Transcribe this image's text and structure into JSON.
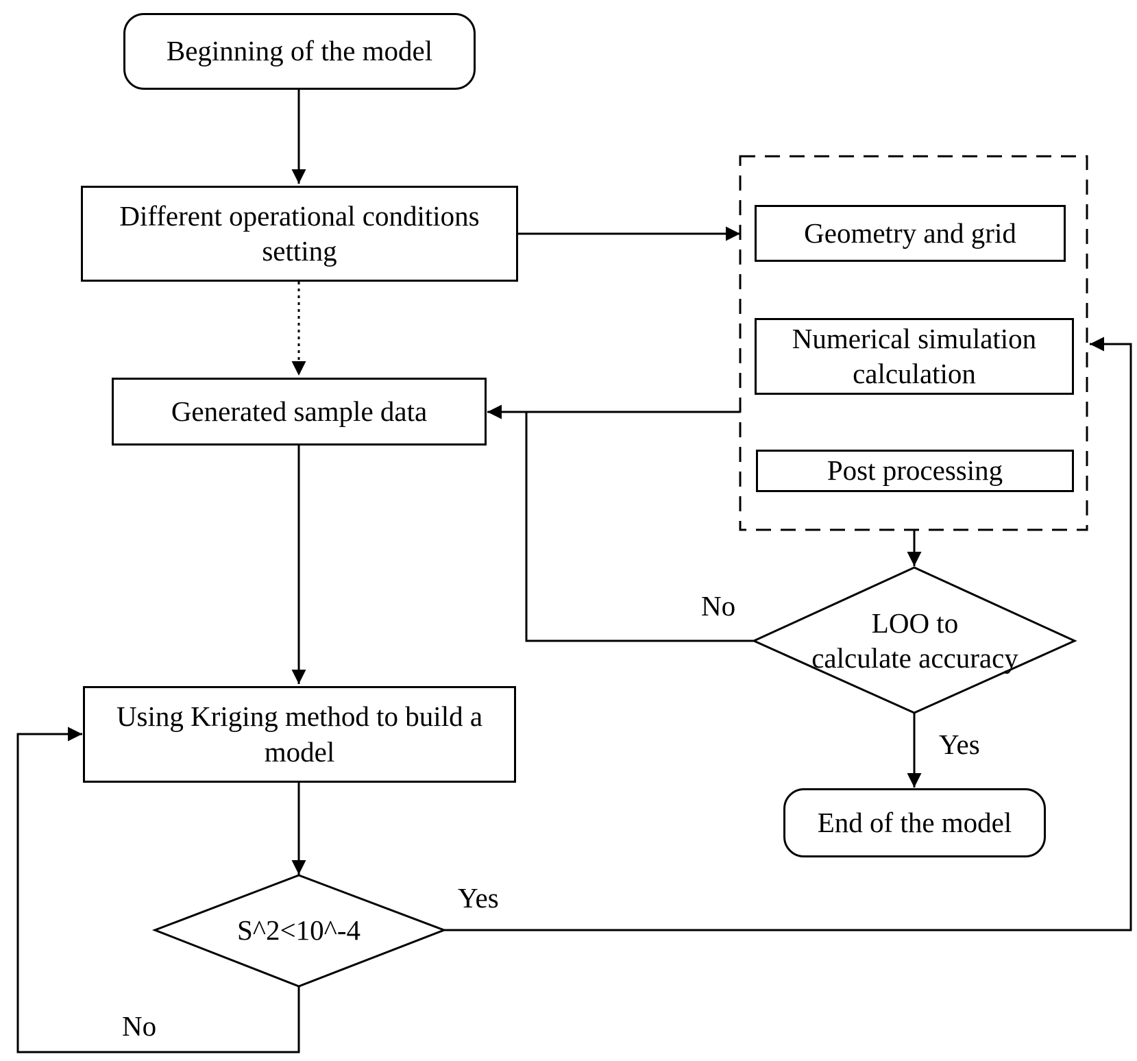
{
  "nodes": {
    "start": "Beginning of the model",
    "conditions": "Different operational conditions\nsetting",
    "samples": "Generated sample data",
    "kriging": "Using Kriging method to build a\nmodel",
    "check_s2": "S^2<10^-4",
    "geometry": "Geometry and grid",
    "simulation": "Numerical simulation\ncalculation",
    "post": "Post processing",
    "loo": "LOO to\ncalculate accuracy",
    "end": "End of the model"
  },
  "edge_labels": {
    "loo_no": "No",
    "loo_yes": "Yes",
    "s2_yes": "Yes",
    "s2_no": "No"
  }
}
